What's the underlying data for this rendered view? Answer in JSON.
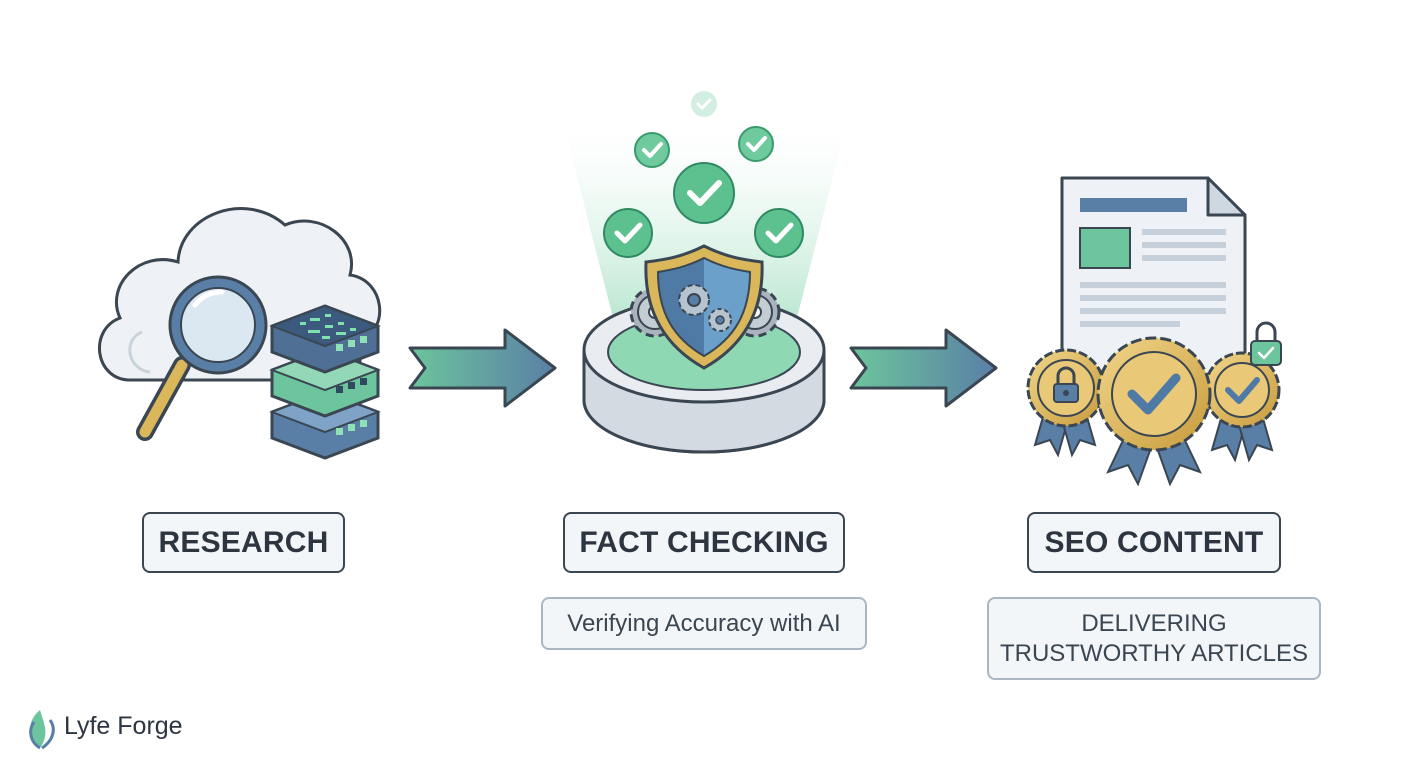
{
  "steps": [
    {
      "label": "RESEARCH"
    },
    {
      "label": "FACT CHECKING",
      "description": "Verifying Accuracy with AI"
    },
    {
      "label": "SEO CONTENT",
      "description_lines": [
        "DELIVERING",
        "TRUSTWORTHY ARTICLES"
      ]
    }
  ],
  "brand": {
    "name": "Lyfe Forge"
  },
  "colors": {
    "outline": "#3a4652",
    "blue": "#5a7fa6",
    "green": "#6cc59c",
    "gold": "#d9b75a",
    "box_fill": "#f3f6f8"
  },
  "icons": [
    "cloud-icon",
    "magnifier-icon",
    "server-stack-icon",
    "arrow-right-icon",
    "shield-icon",
    "gear-icon",
    "checkmark-icon",
    "document-icon",
    "award-badge-icon",
    "padlock-icon"
  ]
}
